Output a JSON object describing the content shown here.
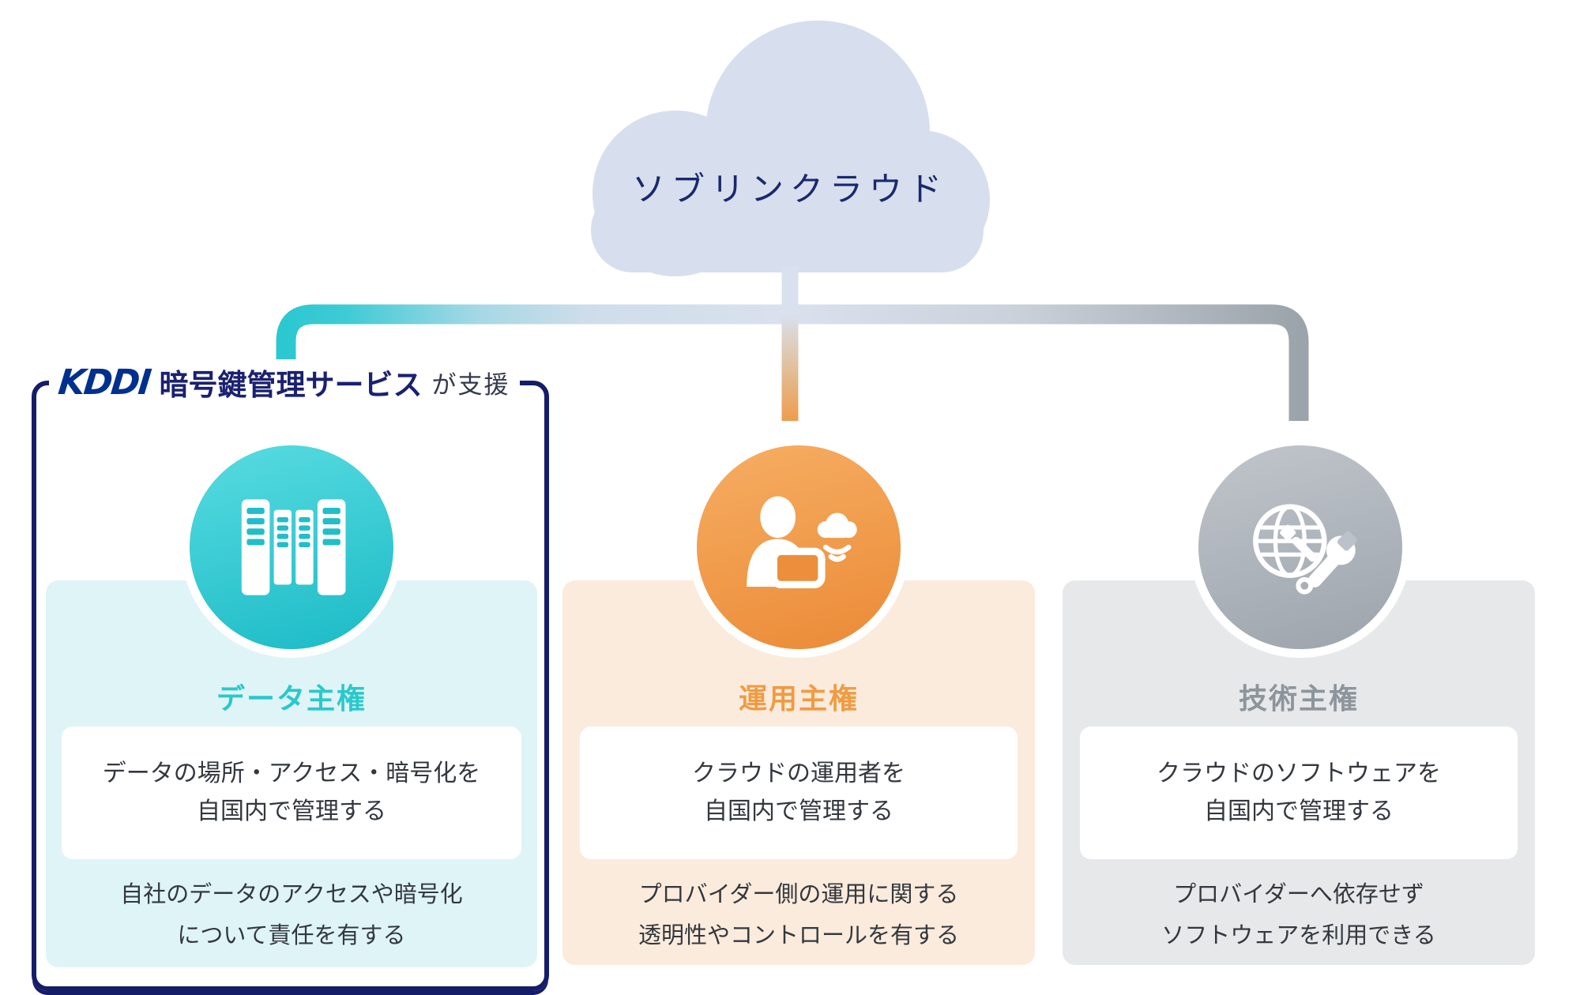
{
  "cloud": {
    "label": "ソブリンクラウド"
  },
  "support_badge": {
    "brand": "KDDI",
    "service": "暗号鍵管理サービス",
    "suffix": "が支援"
  },
  "columns": [
    {
      "id": "data-sovereignty",
      "title": "データ主権",
      "icon": "server-rack-icon",
      "box_line1": "データの場所・アクセス・暗号化を",
      "box_line2": "自国内で管理する",
      "note_line1": "自社のデータのアクセスや暗号化",
      "note_line2": "について責任を有する",
      "accent": "#2AC8CB",
      "bg": "#DFF4F6",
      "circle_top": "#52D8DE",
      "circle_bottom": "#21BEC9"
    },
    {
      "id": "operation-sovereignty",
      "title": "運用主権",
      "icon": "operator-laptop-cloud-icon",
      "box_line1": "クラウドの運用者を",
      "box_line2": "自国内で管理する",
      "note_line1": "プロバイダー側の運用に関する",
      "note_line2": "透明性やコントロールを有する",
      "accent": "#F09B43",
      "bg": "#FBEBDC",
      "circle_top": "#F5AA5E",
      "circle_bottom": "#EC8E3B"
    },
    {
      "id": "technology-sovereignty",
      "title": "技術主権",
      "icon": "globe-wrench-icon",
      "box_line1": "クラウドのソフトウェアを",
      "box_line2": "自国内で管理する",
      "note_line1": "プロバイダーへ依存せず",
      "note_line2": "ソフトウェアを利用できる",
      "accent": "#8D959C",
      "bg": "#E6E8EA",
      "circle_top": "#BDC2C8",
      "circle_bottom": "#A0A7AF"
    }
  ],
  "colors": {
    "page_bg": "#FFFFFF",
    "cloud_fill": "#D7DFEE",
    "cloud_text": "#1A296D",
    "connector_light": "#DAE1EE",
    "connector_teal": "#2CC8D1",
    "connector_orange": "#ED9C4D",
    "connector_gray": "#9BA3AB",
    "badge_border": "#151D68",
    "badge_brand": "#00308F",
    "badge_service": "#1A2170",
    "badge_suffix": "#333A4E",
    "body_text": "#33383E",
    "box_bg": "#FFFFFF"
  }
}
